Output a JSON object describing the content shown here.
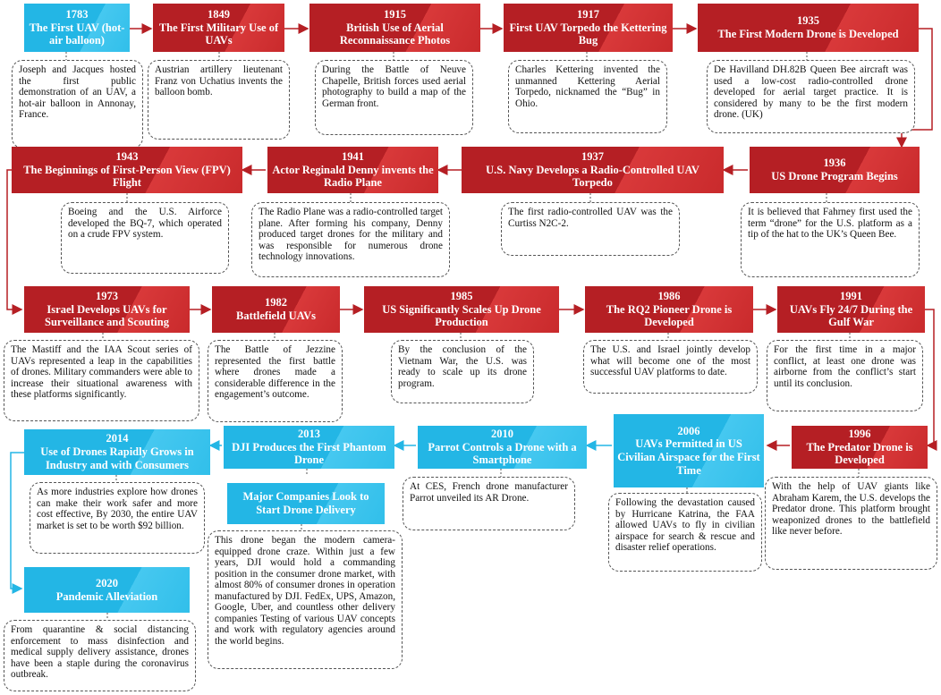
{
  "colors": {
    "red": "#b51f24",
    "blue": "#23b6e5"
  },
  "events": [
    {
      "id": "e1783",
      "year": "1783",
      "title": "The First UAV (hot-air balloon)",
      "theme": "blue",
      "description": "Joseph and Jacques hosted the first public demonstration of an UAV, a hot-air balloon in Annonay, France."
    },
    {
      "id": "e1849",
      "year": "1849",
      "title": "The First Military Use of UAVs",
      "theme": "red",
      "description": "Austrian artillery lieutenant Franz von Uchatius invents the balloon bomb."
    },
    {
      "id": "e1915",
      "year": "1915",
      "title": "British Use of Aerial Reconnaissance Photos",
      "theme": "red",
      "description": "During the Battle of Neuve Chapelle, British forces used aerial photography to build a map of the German front."
    },
    {
      "id": "e1917",
      "year": "1917",
      "title": "First UAV Torpedo the Kettering Bug",
      "theme": "red",
      "description": "Charles Kettering invented the unmanned Kettering Aerial Torpedo, nicknamed the “Bug” in Ohio."
    },
    {
      "id": "e1935",
      "year": "1935",
      "title": "The First Modern Drone is Developed",
      "theme": "red",
      "description": "De Havilland DH.82B Queen Bee aircraft was used a low-cost radio-controlled drone developed for aerial target practice. It is considered by many to be the first modern drone. (UK)"
    },
    {
      "id": "e1936",
      "year": "1936",
      "title": "US Drone Program Begins",
      "theme": "red",
      "description": "It is believed that Fahrney first used the term “drone” for the U.S. platform as a tip of the hat to the UK’s Queen Bee."
    },
    {
      "id": "e1937",
      "year": "1937",
      "title": "U.S. Navy Develops a Radio-Controlled UAV Torpedo",
      "theme": "red",
      "description": "The first radio-controlled UAV was the Curtiss N2C-2."
    },
    {
      "id": "e1941",
      "year": "1941",
      "title": "Actor Reginald Denny invents the Radio Plane",
      "theme": "red",
      "description": "The Radio Plane was a radio-controlled target plane. After forming his company, Denny produced target drones for the military and was responsible for numerous drone technology innovations."
    },
    {
      "id": "e1943",
      "year": "1943",
      "title": "The Beginnings of First-Person View (FPV) Flight",
      "theme": "red",
      "description": "Boeing and the U.S. Airforce developed the BQ-7, which operated on a crude FPV system."
    },
    {
      "id": "e1973",
      "year": "1973",
      "title": "Israel Develops UAVs for Surveillance and Scouting",
      "theme": "red",
      "description": "The Mastiff and the IAA Scout series of UAVs represented a leap in the capabilities of drones. Military commanders were able to increase their situational awareness with these platforms significantly."
    },
    {
      "id": "e1982",
      "year": "1982",
      "title": "Battlefield UAVs",
      "theme": "red",
      "description": "The Battle of Jezzine represented the first battle where drones made a considerable difference in the engagement’s outcome."
    },
    {
      "id": "e1985",
      "year": "1985",
      "title": "US Significantly Scales Up Drone Production",
      "theme": "red",
      "description": "By the conclusion of the Vietnam War, the U.S. was ready to scale up its drone program."
    },
    {
      "id": "e1986",
      "year": "1986",
      "title": "The RQ2 Pioneer Drone is Developed",
      "theme": "red",
      "description": "The U.S. and Israel jointly develop what will become one of the most successful UAV platforms to date."
    },
    {
      "id": "e1991",
      "year": "1991",
      "title": "UAVs Fly 24/7 During the Gulf War",
      "theme": "red",
      "description": "For the first time in a major conflict, at least one drone was airborne from the conflict’s start until its conclusion."
    },
    {
      "id": "e1996",
      "year": "1996",
      "title": "The Predator Drone is Developed",
      "theme": "red",
      "description": "With the help of UAV giants like Abraham Karem, the U.S. develops the Predator drone. This platform brought weaponized drones to the battlefield like never before."
    },
    {
      "id": "e2006",
      "year": "2006",
      "title": "UAVs Permitted in US Civilian Airspace for the First Time",
      "theme": "blue",
      "description": "Following the devastation caused by Hurricane Katrina, the FAA allowed UAVs to fly in civilian airspace for search & rescue and disaster relief operations."
    },
    {
      "id": "e2010",
      "year": "2010",
      "title": "Parrot Controls a Drone with a Smartphone",
      "theme": "blue",
      "description": "At CES, French drone manufacturer Parrot unveiled its AR Drone."
    },
    {
      "id": "e2013",
      "year": "2013",
      "title": "DJI Produces the First Phantom Drone",
      "theme": "blue",
      "description": "This drone began the modern camera-equipped drone craze. Within just a few years, DJI would hold a commanding position in the consumer drone market, with almost 80% of consumer drones in operation manufactured by DJI. FedEx, UPS, Amazon, Google, Uber, and countless other delivery companies Testing of various UAV concepts and work with regulatory agencies around the world begins."
    },
    {
      "id": "e2013b",
      "year": "",
      "title": "Major Companies Look to Start Drone Delivery",
      "theme": "blue",
      "description": ""
    },
    {
      "id": "e2014",
      "year": "2014",
      "title": "Use of Drones Rapidly Grows in Industry and with Consumers",
      "theme": "blue",
      "description": "As more industries explore how drones can make their work safer and more cost effective, By 2030, the entire UAV market is set to be worth $92 billion."
    },
    {
      "id": "e2020",
      "year": "2020",
      "title": "Pandemic Alleviation",
      "theme": "blue",
      "description": "From quarantine & social distancing enforcement to mass disinfection and medical supply delivery assistance, drones have been a staple during the coronavirus outbreak."
    }
  ]
}
